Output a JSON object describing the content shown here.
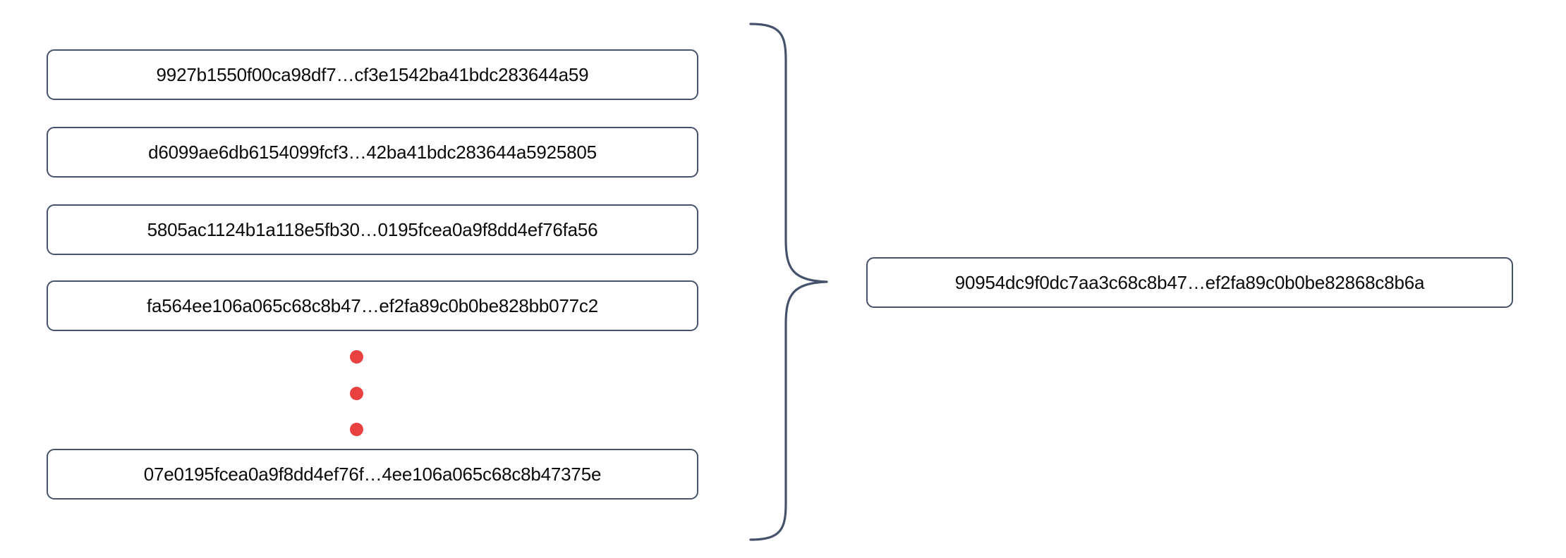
{
  "diagram": {
    "title": "hash-aggregation-brace-diagram",
    "colors": {
      "box_border": "#46526A",
      "box_fill": "#ffffff",
      "text": "#0a0a0a",
      "ellipsis_dot": "#E8413F",
      "brace_stroke": "#46526A",
      "background": "#ffffff"
    },
    "inputs": {
      "count_visible": 5,
      "items": [
        {
          "label": "9927b1550f00ca98df7…cf3e1542ba41bdc283644a59"
        },
        {
          "label": "d6099ae6db6154099fcf3…42ba41bdc283644a5925805"
        },
        {
          "label": "5805ac1124b1a118e5fb30…0195fcea0a9f8dd4ef76fa56"
        },
        {
          "label": "fa564ee106a065c68c8b47…ef2fa89c0b0be828bb077c2"
        },
        {
          "label": "07e0195fcea0a9f8dd4ef76f…4ee106a065c68c8b47375e"
        }
      ]
    },
    "ellipsis": {
      "icon": "vertical-ellipsis-icon",
      "dot_count": 3
    },
    "brace": {
      "icon": "curly-brace-icon",
      "orientation": "left-to-right"
    },
    "output": {
      "label": "90954dc9f0dc7aa3c68c8b47…ef2fa89c0b0be82868c8b6a"
    }
  }
}
